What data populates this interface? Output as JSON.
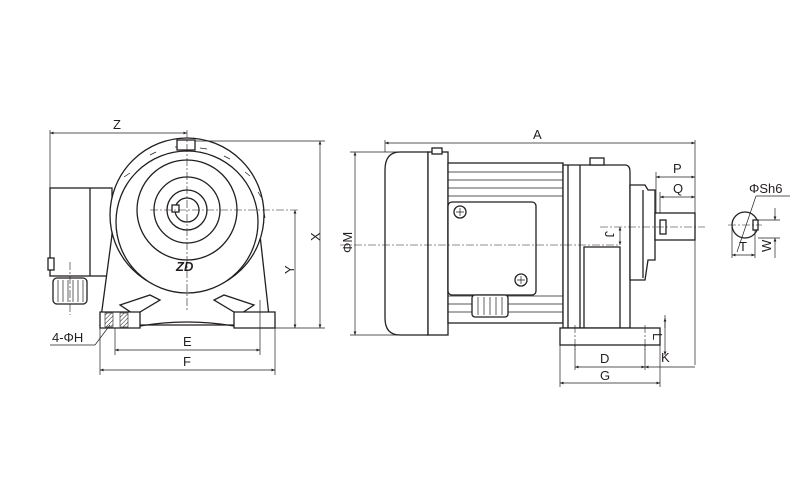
{
  "drawing": {
    "logo": "ZD",
    "front_view": {
      "labels": {
        "z": "Z",
        "x": "X",
        "y": "Y",
        "e": "E",
        "f": "F",
        "hole": "4-ΦH"
      }
    },
    "side_view": {
      "labels": {
        "a": "A",
        "m": "ΦM",
        "p": "P",
        "q": "Q",
        "j": "J",
        "d": "D",
        "g": "G",
        "k": "K",
        "l": "L"
      }
    },
    "shaft_section": {
      "labels": {
        "s": "ΦSh6",
        "t": "T",
        "w": "W"
      }
    }
  }
}
